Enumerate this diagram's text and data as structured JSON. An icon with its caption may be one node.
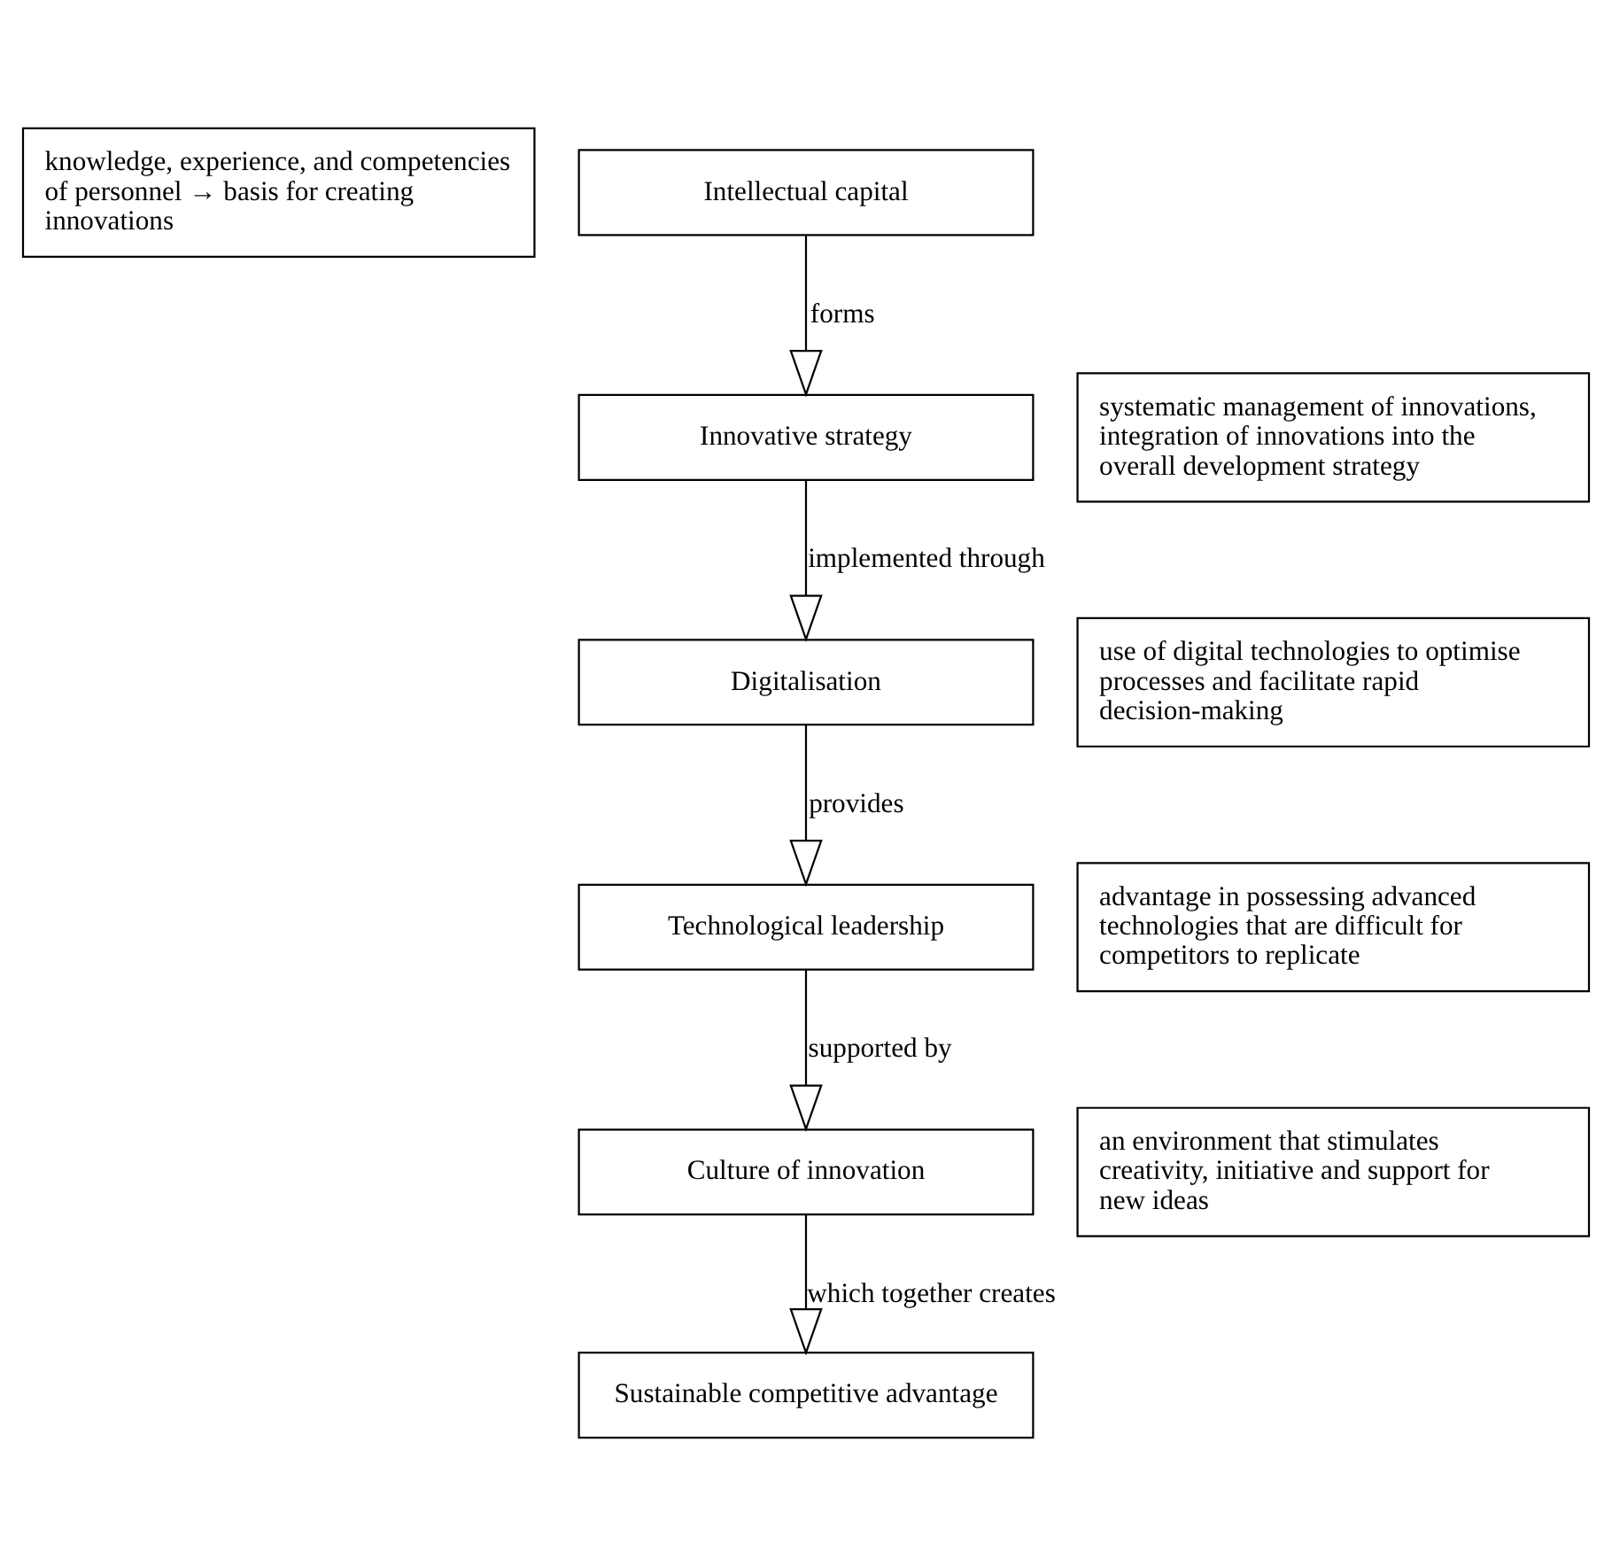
{
  "diagram": {
    "nodes": [
      {
        "text": [
          "knowledge, experience, and competencies of personnel → basis for creating innovations"
        ]
      },
      {
        "text": [
          "Intellectual capital"
        ]
      },
      {
        "text": [
          "systematic management of innovations, integration of innovations into the overall development strategy"
        ]
      },
      {
        "text": [
          "Innovative strategy"
        ]
      },
      {
        "text": [
          "use of digital technologies to optimise processes and facilitate rapid decision-making"
        ]
      },
      {
        "text": [
          "Digitalisation"
        ]
      },
      {
        "text": [
          "advantage in possessing advanced technologies that are difficult for competitors to replicate"
        ]
      },
      {
        "text": [
          "Technological leadership"
        ]
      },
      {
        "text": [
          "an environment that stimulates creativity, initiative and support for new ideas"
        ]
      },
      {
        "text": [
          "Culture of innovation"
        ]
      },
      {
        "text": [
          "Sustainable competitive advantage"
        ]
      }
    ],
    "edges": [
      {
        "from": 1,
        "to": 3,
        "arrow": "to",
        "label": "forms"
      },
      {
        "from": 3,
        "to": 5,
        "arrow": "to",
        "label": "implemented through"
      },
      {
        "from": 5,
        "to": 7,
        "arrow": "to",
        "label": "provides"
      },
      {
        "from": 7,
        "to": 9,
        "arrow": "to",
        "label": "supported by"
      },
      {
        "from": 9,
        "to": 10,
        "arrow": "to",
        "label": "which together creates"
      }
    ]
  }
}
